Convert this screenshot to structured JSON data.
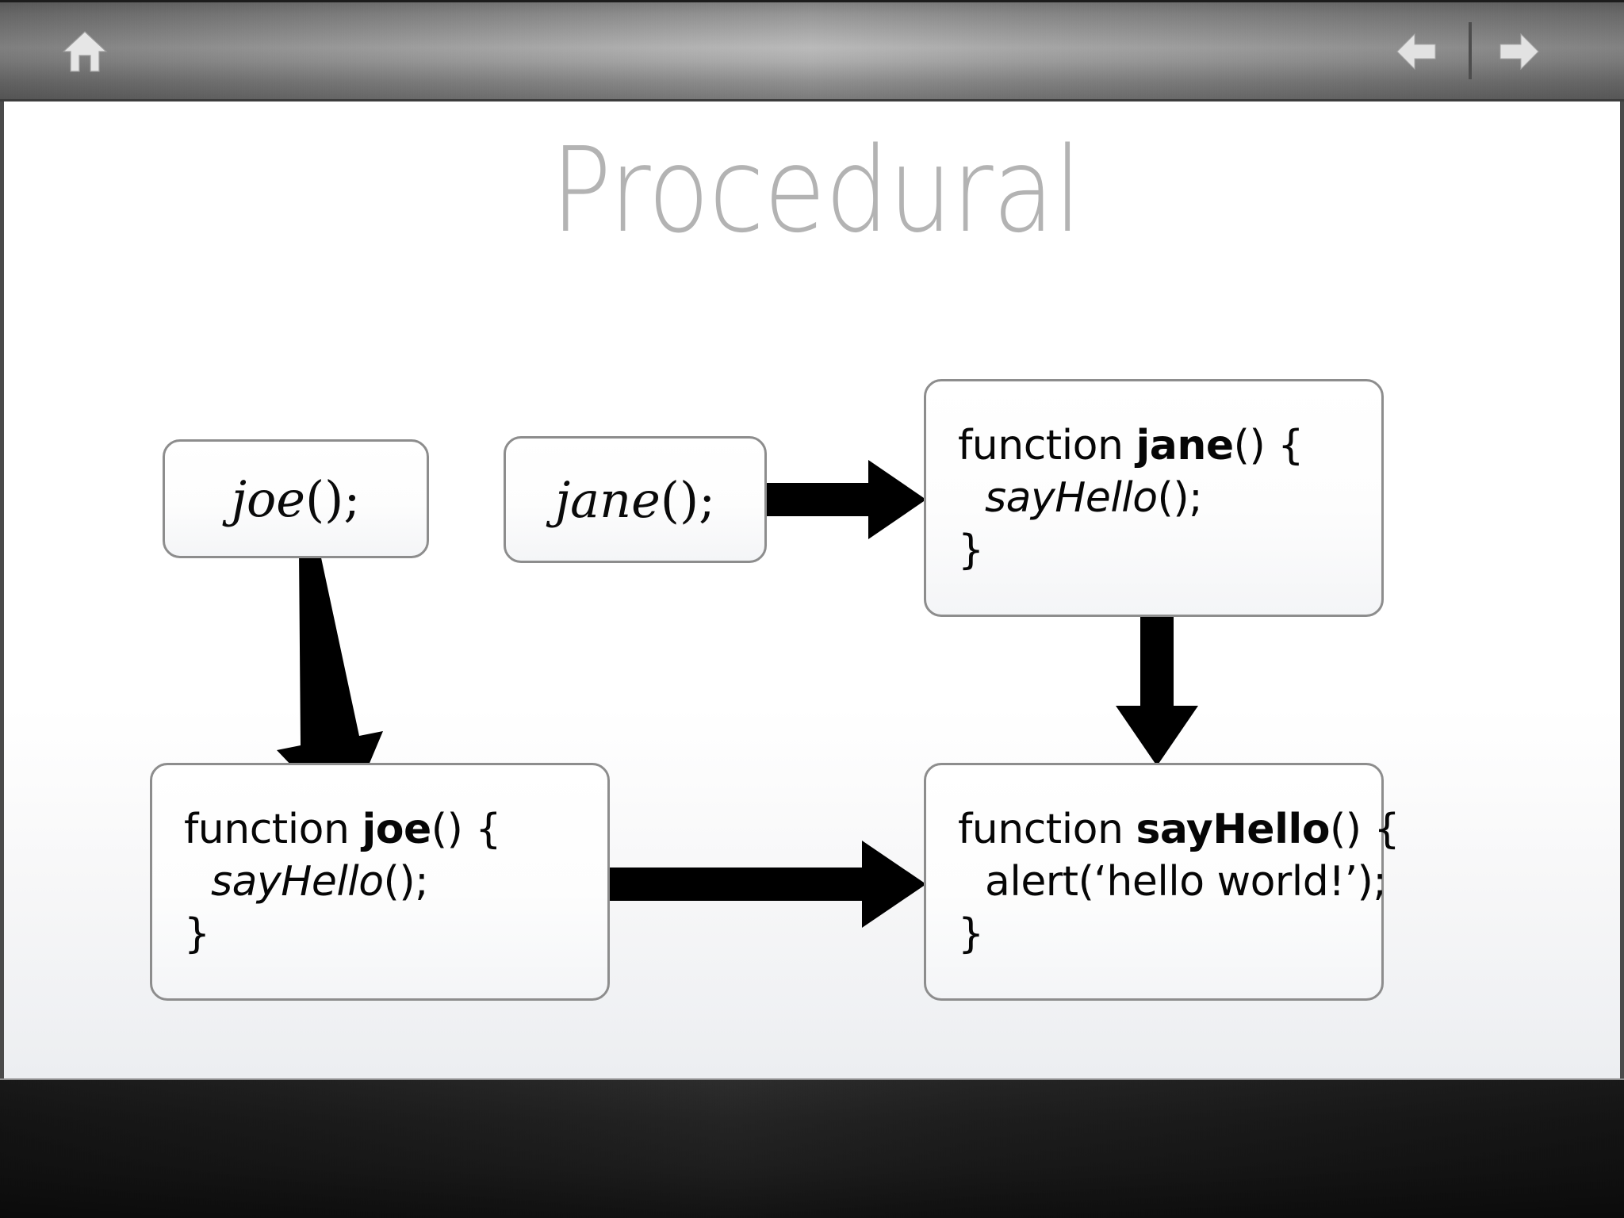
{
  "toolbar": {
    "home_label": "home-icon",
    "back_label": "back-arrow-icon",
    "forward_label": "forward-arrow-icon",
    "icon_color": "#e8e8e8",
    "divider_color": "#4d4d4d"
  },
  "slide": {
    "title": "Procedural",
    "title_color": "#b3b3b3",
    "background_color": "#ffffff"
  },
  "diagram": {
    "node_border_color": "#8d8d8d",
    "arrow_color": "#000000",
    "nodes": [
      {
        "id": "joe-call",
        "kind": "call",
        "name": "joe",
        "suffix": "();"
      },
      {
        "id": "jane-call",
        "kind": "call",
        "name": "jane",
        "suffix": "();"
      },
      {
        "id": "jane-fn",
        "kind": "block",
        "lines": [
          {
            "prefix": "function ",
            "bold": "jane",
            "suffix": "() {"
          },
          {
            "indent": true,
            "italic": "sayHello",
            "suffix": "();"
          },
          {
            "prefix": "}"
          }
        ]
      },
      {
        "id": "joe-fn",
        "kind": "block",
        "lines": [
          {
            "prefix": "function ",
            "bold": "joe",
            "suffix": "() {"
          },
          {
            "indent": true,
            "italic": "sayHello",
            "suffix": "();"
          },
          {
            "prefix": "}"
          }
        ]
      },
      {
        "id": "sayhello-fn",
        "kind": "block",
        "lines": [
          {
            "prefix": "function ",
            "bold": "sayHello",
            "suffix": "() {"
          },
          {
            "indent": true,
            "prefix": "alert(‘hello world!’);"
          },
          {
            "prefix": "}"
          }
        ]
      }
    ],
    "edges": [
      {
        "from": "joe-call",
        "to": "joe-fn",
        "direction": "down-right"
      },
      {
        "from": "jane-call",
        "to": "jane-fn",
        "direction": "right"
      },
      {
        "from": "jane-fn",
        "to": "sayhello-fn",
        "direction": "down"
      },
      {
        "from": "joe-fn",
        "to": "sayhello-fn",
        "direction": "right"
      }
    ]
  },
  "text": {
    "joe_call": "joe",
    "joe_call_tail": "();",
    "jane_call": "jane",
    "jane_call_tail": "();",
    "fn_keyword": "function ",
    "jane_name": "jane",
    "joe_name": "joe",
    "sayhello_name": "sayHello",
    "open_brace": "() {",
    "close_brace": "}",
    "sayhello_call": "sayHello",
    "sayhello_call_tail": "();",
    "alert_line": "alert(‘hello world!’);"
  }
}
